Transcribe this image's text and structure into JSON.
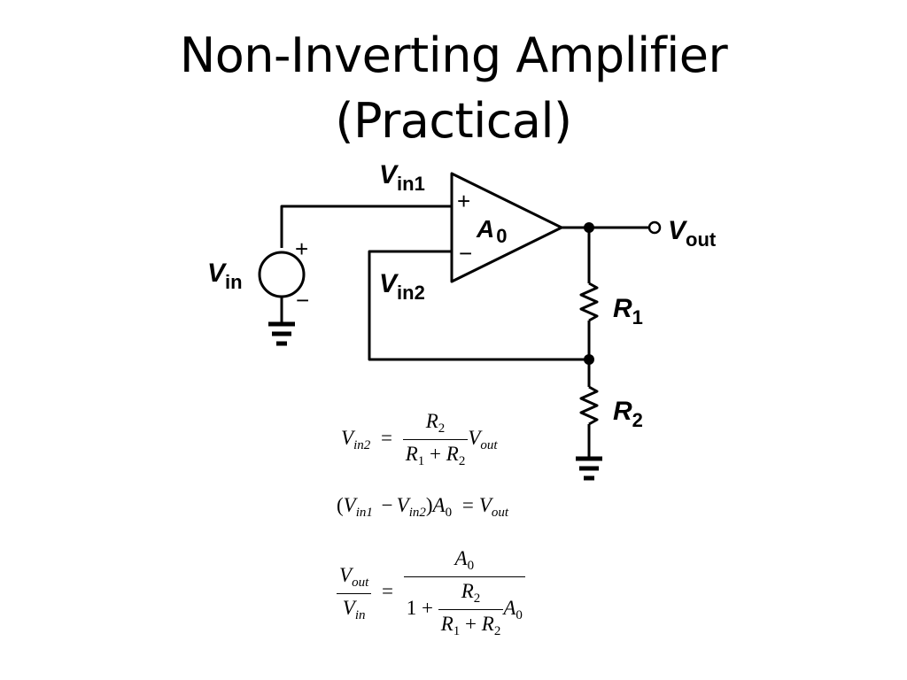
{
  "title": {
    "line1": "Non-Inverting Amplifier",
    "line2": "(Practical)"
  },
  "circuit": {
    "labels": {
      "vin1": {
        "main": "V",
        "sub": "in1"
      },
      "vin2": {
        "main": "V",
        "sub": "in2"
      },
      "vin": {
        "main": "V",
        "sub": "in"
      },
      "vout": {
        "main": "V",
        "sub": "out"
      },
      "gain": {
        "main": "A",
        "sub": "0"
      },
      "r1": {
        "main": "R",
        "sub": "1"
      },
      "r2": {
        "main": "R",
        "sub": "2"
      },
      "plus": "+",
      "minus": "−"
    },
    "components": [
      "voltage-source-icon",
      "op-amp-icon",
      "resistor-icon",
      "ground-icon"
    ]
  },
  "equations": {
    "eq1": {
      "lhs_v": "V",
      "lhs_sub": "in2",
      "equals": "=",
      "num_r": "R",
      "num_sub": "2",
      "den_r1": "R",
      "den_sub1": "1",
      "plus": "+",
      "den_r2": "R",
      "den_sub2": "2",
      "rhs_v": "V",
      "rhs_sub": "out"
    },
    "eq2": {
      "open": "(",
      "v1": "V",
      "v1_sub": "in1",
      "minus": "−",
      "v2": "V",
      "v2_sub": "in2",
      "close": ")",
      "a": "A",
      "a_sub": "0",
      "equals": "=",
      "rhs_v": "V",
      "rhs_sub": "out"
    },
    "eq3": {
      "num_v": "V",
      "num_sub": "out",
      "den_v": "V",
      "den_sub": "in",
      "equals": "=",
      "a": "A",
      "a_sub": "0",
      "one": "1",
      "plus": "+",
      "in_num_r": "R",
      "in_num_sub": "2",
      "in_den_r1": "R",
      "in_den_sub1": "1",
      "in_plus": "+",
      "in_den_r2": "R",
      "in_den_sub2": "2",
      "den_a": "A",
      "den_a_sub": "0"
    }
  }
}
